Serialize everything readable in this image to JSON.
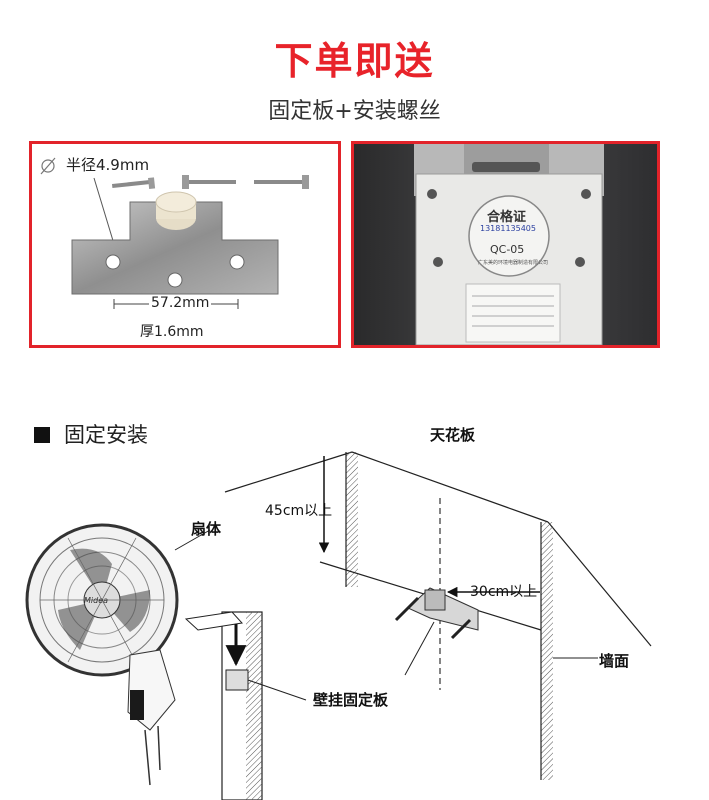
{
  "header": {
    "title": "下单即送",
    "subtitle": "固定板+安装螺丝"
  },
  "plate_panel": {
    "radius_label": "半径4.9mm",
    "width_label": "57.2mm",
    "thickness_label": "厚1.6mm"
  },
  "cert_panel": {
    "cert_title": "合格证",
    "cert_number": "13181135405",
    "cert_code": "QC-05",
    "cert_company": "广东美的环境电器制造有限公司"
  },
  "install": {
    "heading": "固定安装",
    "ceiling_label": "天花板",
    "top_clearance_label": "45cm以上",
    "side_clearance_label": "30cm以上",
    "fan_label": "扇体",
    "wall_label": "墙面",
    "bracket_label": "壁挂固定板",
    "brand_on_fan": "Midea"
  }
}
